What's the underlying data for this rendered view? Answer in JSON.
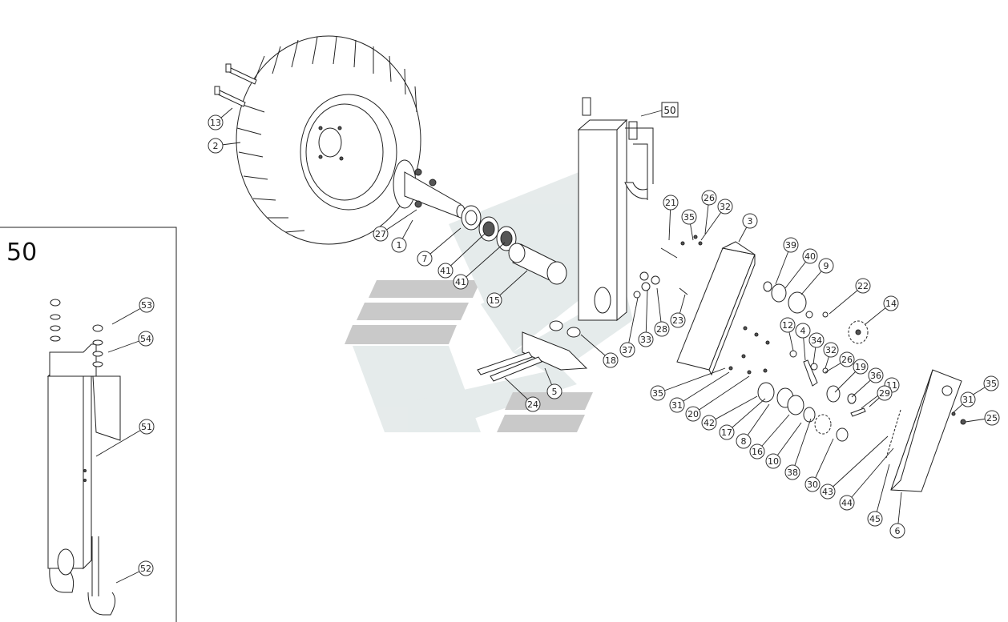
{
  "diagram": {
    "inset": {
      "title": "50"
    },
    "assembly_tag": {
      "label": "50"
    },
    "callouts": [
      "1",
      "2",
      "3",
      "4",
      "5",
      "6",
      "7",
      "8",
      "9",
      "10",
      "11",
      "12",
      "13",
      "14",
      "15",
      "16",
      "17",
      "18",
      "19",
      "20",
      "21",
      "22",
      "23",
      "24",
      "25",
      "26",
      "26",
      "27",
      "28",
      "29",
      "30",
      "31",
      "31",
      "32",
      "32",
      "33",
      "34",
      "35",
      "35",
      "35",
      "36",
      "37",
      "38",
      "39",
      "40",
      "41",
      "41",
      "42",
      "43",
      "44",
      "45",
      "51",
      "52",
      "53",
      "54"
    ]
  }
}
